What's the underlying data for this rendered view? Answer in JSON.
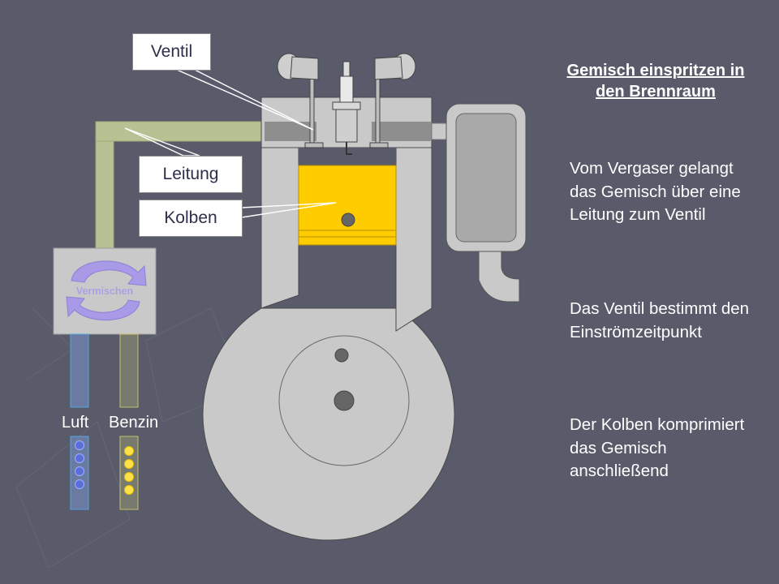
{
  "diagram": {
    "callouts": {
      "ventil": "Ventil",
      "leitung": "Leitung",
      "kolben": "Kolben"
    },
    "mixer_label": "Vermischen",
    "sources": {
      "air": "Luft",
      "fuel": "Benzin"
    }
  },
  "info": {
    "title": "Gemisch einspritzen in den Brennraum",
    "paragraphs": [
      "Vom Vergaser gelangt das Gemisch über eine Leitung zum Ventil",
      "Das Ventil bestimmt den Einströmzeitpunkt",
      "Der Kolben komprimiert das Gemisch anschließend"
    ]
  },
  "colors": {
    "background": "#595a6a",
    "engine_body": "#c9c9c9",
    "piston": "#ffcc00",
    "pipe": "#c8d59c",
    "air_tube": "#56a7e0",
    "fuel_tube": "#c8c06a",
    "mix_arrows": "#a99ae8"
  }
}
